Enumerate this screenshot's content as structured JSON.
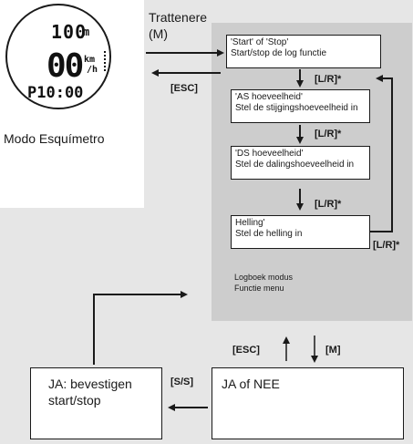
{
  "watch": {
    "line1_value": "100",
    "line1_unit": "m",
    "line2_value": "00",
    "line2_unit": "km",
    "line2_unit2": "/h",
    "line3_value": "P10:00",
    "mode_label": "Modo Esquímetro"
  },
  "hold_label": {
    "line1": "Trattenere",
    "line2": "(M)"
  },
  "esc_label": "[ESC]",
  "start_stop_box": {
    "title": "'Start' of 'Stop'",
    "desc": "Start/stop de log functie"
  },
  "as_box": {
    "title": "'AS hoeveelheid'",
    "desc": "Stel de stijgingshoeveelheid in"
  },
  "ds_box": {
    "title": "'DS hoeveelheid'",
    "desc": "Stel de dalingshoeveelheid in"
  },
  "helling_box": {
    "title": "Helling'",
    "desc": "Stel de helling in"
  },
  "lr_label_1": "[L/R]*",
  "lr_label_2": "[L/R]*",
  "lr_label_3": "[L/R]*",
  "lr_label_4": "[L/R]*",
  "logbook": {
    "line1": "Logboek modus",
    "line2": "Functie menu"
  },
  "esc_bottom": "[ESC]",
  "m_bottom": "[M]",
  "ss_label": "[S/S]",
  "ja_nee_box": "JA of NEE",
  "ja_confirm": {
    "line1": "JA: bevestigen",
    "line2": "start/stop"
  }
}
